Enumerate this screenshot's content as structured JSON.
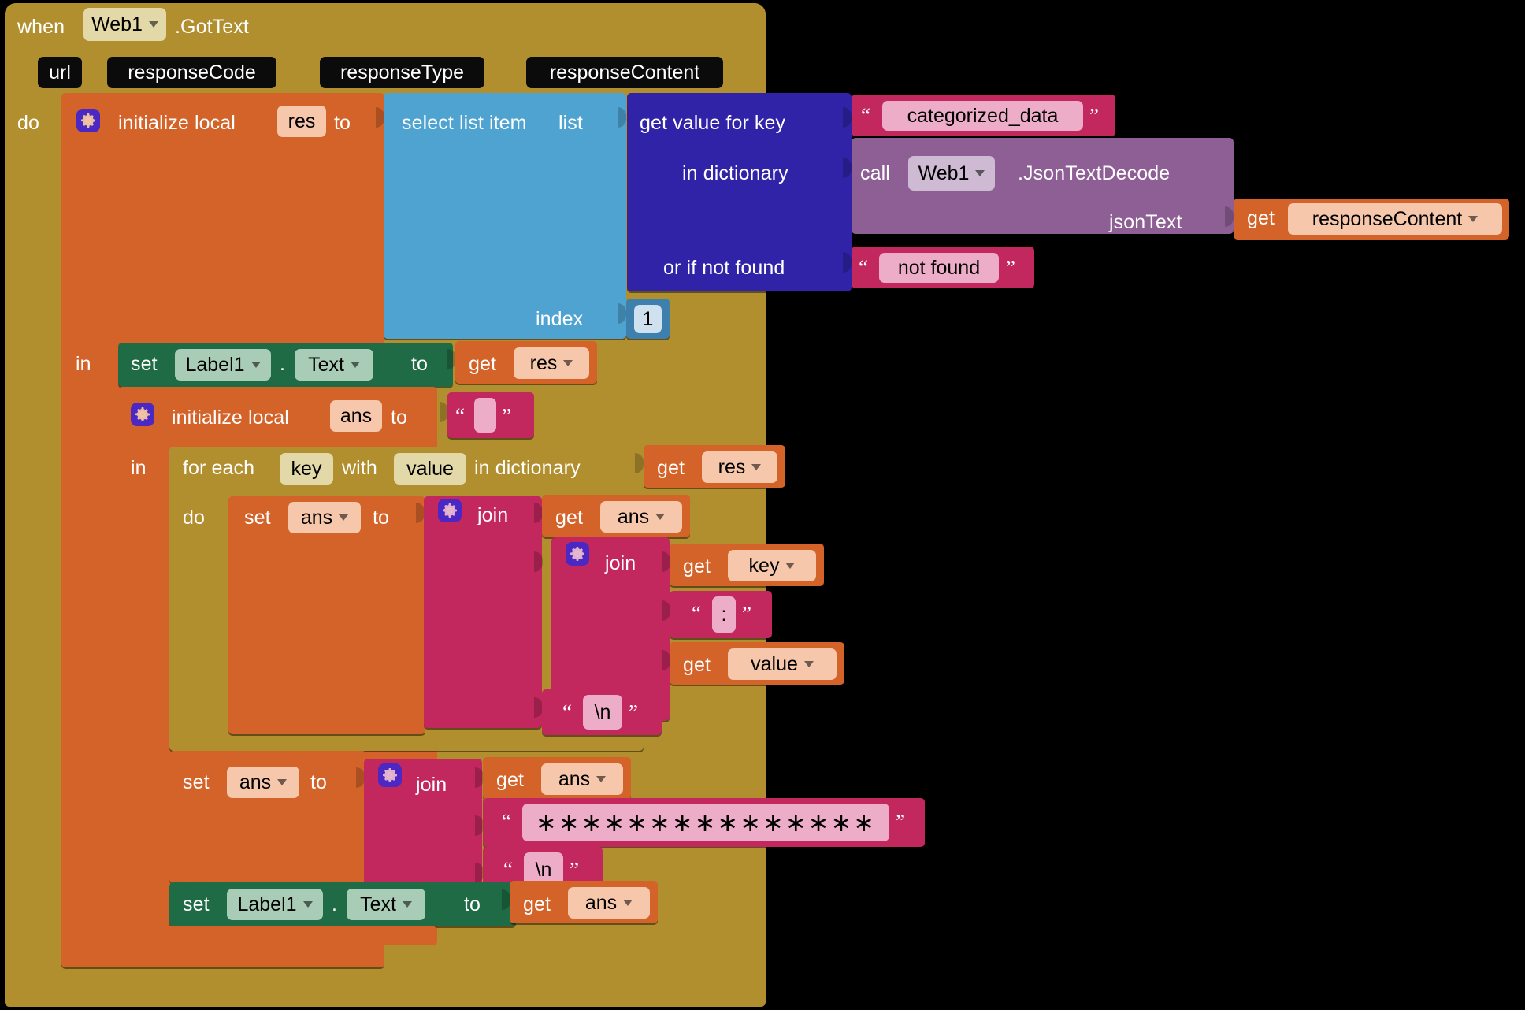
{
  "workspace": {
    "background": "#000000",
    "title": "MIT App Inventor blocks editor canvas"
  },
  "palette": {
    "event": "#b18e2e",
    "variables": "#d4632a",
    "lists": "#4fa3d1",
    "dictionaries": "#3023a8",
    "text": "#c2275e",
    "component_call": "#8e5f94",
    "component_set": "#1e6b45",
    "math": "#3d7fad",
    "control": "#b18e2e"
  },
  "event_block": {
    "when_label": "when",
    "component": "Web1",
    "event_name": ".GotText",
    "parameters": [
      "url",
      "responseCode",
      "responseType",
      "responseContent"
    ],
    "do_label": "do"
  },
  "init_res": {
    "gear": "mutator-gear-icon",
    "keyword": "initialize local",
    "variable": "res",
    "to_label": "to",
    "in_label": "in"
  },
  "select_list_item": {
    "title": "select list item",
    "list_label": "list",
    "index_label": "index",
    "index_value": "1"
  },
  "get_value_for_key": {
    "key_label": "get value for key",
    "dict_label": "in dictionary",
    "notfound_label": "or if not found",
    "key_text": "categorized_data",
    "notfound_text": "not found"
  },
  "json_decode_call": {
    "call_label": "call",
    "component": "Web1",
    "method": ".JsonTextDecode",
    "arg_label": "jsonText",
    "arg_get": "get",
    "arg_value": "responseContent"
  },
  "set_label1_res": {
    "set_label": "set",
    "component": "Label1",
    "dot": ".",
    "property": "Text",
    "to_label": "to",
    "get_label": "get",
    "get_value": "res"
  },
  "init_ans": {
    "gear": "mutator-gear-icon",
    "keyword": "initialize local",
    "variable": "ans",
    "to_label": "to",
    "in_label": "in",
    "empty_string": ""
  },
  "for_each": {
    "prefix": "for each",
    "key_var": "key",
    "with_label": "with",
    "value_var": "value",
    "dict_label": "in dictionary",
    "get_label": "get",
    "get_value": "res",
    "do_label": "do"
  },
  "set_ans_inner": {
    "set_label": "set",
    "variable": "ans",
    "to_label": "to",
    "join_label": "join",
    "arg1_get": "get",
    "arg1_value": "ans",
    "inner_join_label": "join",
    "inner_arg1_get": "get",
    "inner_arg1_value": "key",
    "inner_arg2_text": ":",
    "inner_arg3_get": "get",
    "inner_arg3_value": "value",
    "arg3_text": "\\n"
  },
  "set_ans_outer": {
    "set_label": "set",
    "variable": "ans",
    "to_label": "to",
    "join_label": "join",
    "arg1_get": "get",
    "arg1_value": "ans",
    "arg2_text": "∗∗∗∗∗∗∗∗∗∗∗∗∗∗∗",
    "arg3_text": "\\n"
  },
  "set_label1_ans": {
    "set_label": "set",
    "component": "Label1",
    "dot": ".",
    "property": "Text",
    "to_label": "to",
    "get_label": "get",
    "get_value": "ans"
  }
}
